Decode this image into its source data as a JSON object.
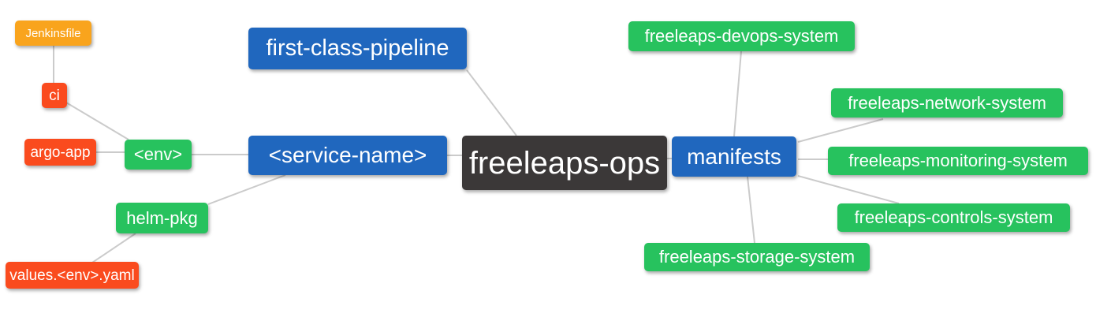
{
  "diagram": {
    "type": "mindmap",
    "root_label": "freeleaps-ops",
    "palette": {
      "dark": "#3b3838",
      "blue": "#2067be",
      "green": "#27c25e",
      "red": "#fa4b1e",
      "orange": "#f9a41d",
      "edge": "#cbcbcb",
      "background": "#ffffff",
      "text": "#ffffff"
    },
    "nodes": {
      "freeleaps_ops": {
        "label": "freeleaps-ops",
        "color": "dark"
      },
      "first_class_pipeline": {
        "label": "first-class-pipeline",
        "color": "blue"
      },
      "service_name": {
        "label": "<service-name>",
        "color": "blue"
      },
      "manifests": {
        "label": "manifests",
        "color": "blue"
      },
      "env": {
        "label": "<env>",
        "color": "green"
      },
      "helm_pkg": {
        "label": "helm-pkg",
        "color": "green"
      },
      "ci": {
        "label": "ci",
        "color": "red"
      },
      "argo_app": {
        "label": "argo-app",
        "color": "red"
      },
      "jenkinsfile": {
        "label": "Jenkinsfile",
        "color": "orange"
      },
      "values_env_yaml": {
        "label": "values.<env>.yaml",
        "color": "red"
      },
      "freeleaps_devops_system": {
        "label": "freeleaps-devops-system",
        "color": "green"
      },
      "freeleaps_network_system": {
        "label": "freeleaps-network-system",
        "color": "green"
      },
      "freeleaps_monitoring_system": {
        "label": "freeleaps-monitoring-system",
        "color": "green"
      },
      "freeleaps_controls_system": {
        "label": "freeleaps-controls-system",
        "color": "green"
      },
      "freeleaps_storage_system": {
        "label": "freeleaps-storage-system",
        "color": "green"
      }
    },
    "edges": [
      {
        "from": "jenkinsfile",
        "to": "ci"
      },
      {
        "from": "ci",
        "to": "env"
      },
      {
        "from": "argo_app",
        "to": "env"
      },
      {
        "from": "env",
        "to": "service_name"
      },
      {
        "from": "first_class_pipeline",
        "to": "freeleaps_ops"
      },
      {
        "from": "service_name",
        "to": "freeleaps_ops"
      },
      {
        "from": "service_name",
        "to": "helm_pkg"
      },
      {
        "from": "helm_pkg",
        "to": "values_env_yaml"
      },
      {
        "from": "freeleaps_ops",
        "to": "manifests"
      },
      {
        "from": "manifests",
        "to": "freeleaps_devops_system"
      },
      {
        "from": "manifests",
        "to": "freeleaps_network_system"
      },
      {
        "from": "manifests",
        "to": "freeleaps_monitoring_system"
      },
      {
        "from": "manifests",
        "to": "freeleaps_controls_system"
      },
      {
        "from": "manifests",
        "to": "freeleaps_storage_system"
      }
    ]
  }
}
